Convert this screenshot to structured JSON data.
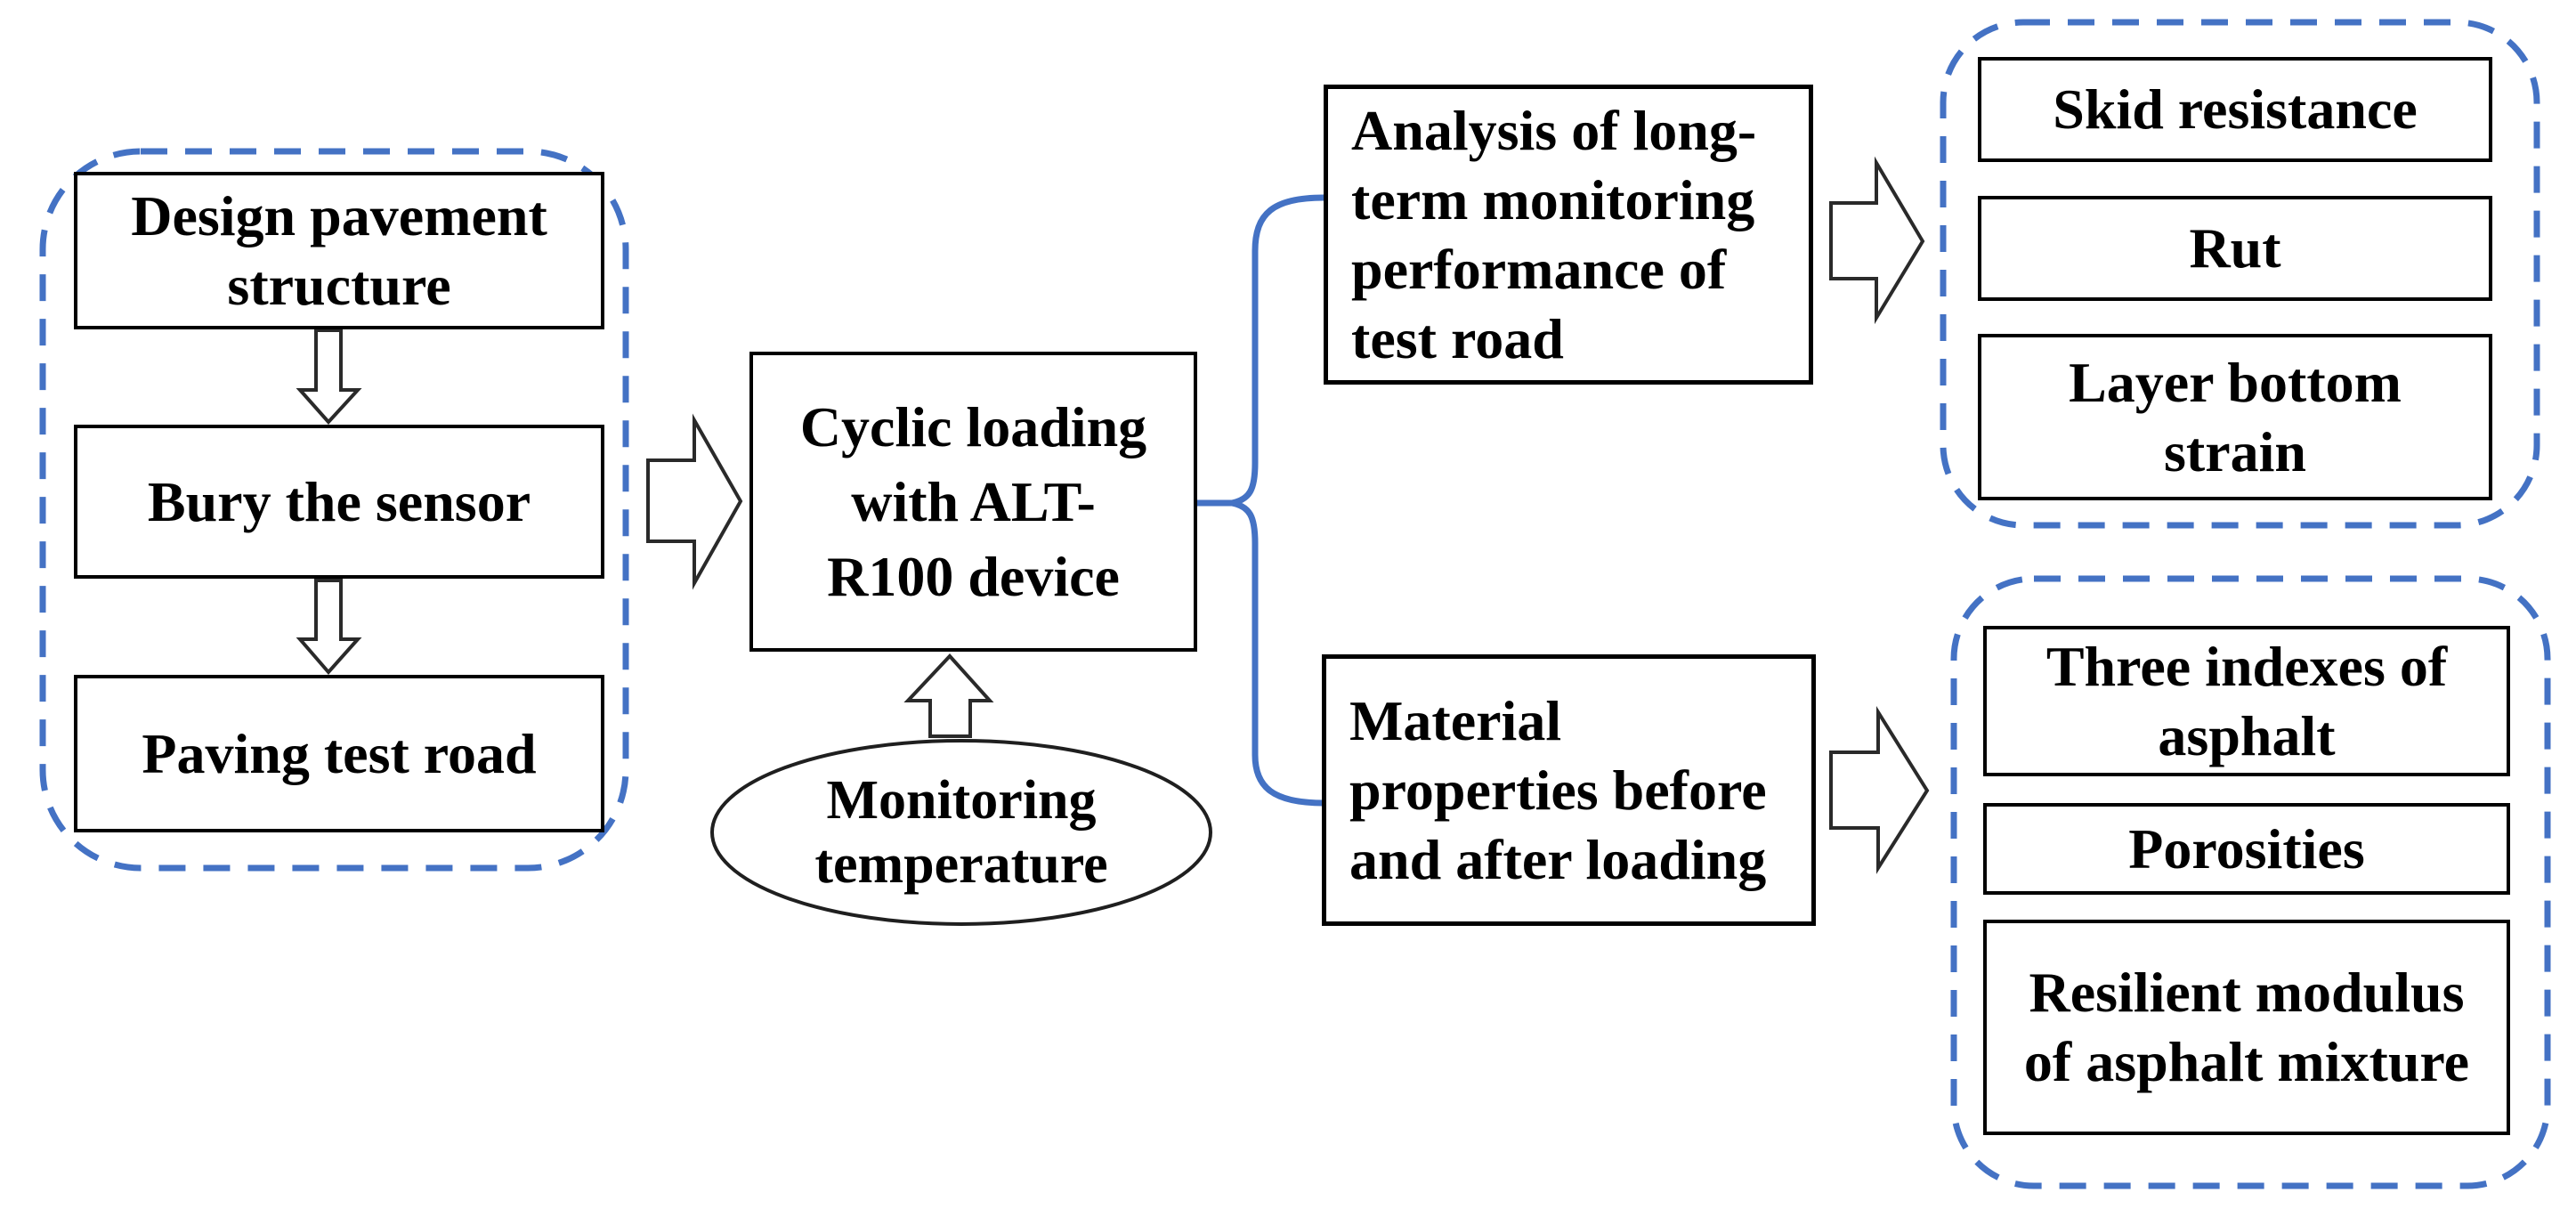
{
  "colors": {
    "accent_blue": "#4472C4",
    "box_border": "#000000",
    "arrow_outline": "#2a2a2a",
    "text": "#000000",
    "background": "#ffffff"
  },
  "left_group": {
    "boxes": [
      {
        "lines": [
          "Design pavement",
          "structure"
        ]
      },
      {
        "lines": [
          "Bury the sensor"
        ]
      },
      {
        "lines": [
          "Paving test road"
        ]
      }
    ]
  },
  "center": {
    "loading_box": {
      "lines": [
        "Cyclic loading",
        "with ALT-",
        "R100 device"
      ]
    },
    "temperature_ellipse": {
      "lines": [
        "Monitoring",
        "temperature"
      ]
    }
  },
  "top_branch": {
    "analysis_box": {
      "lines": [
        "Analysis of long-",
        "term monitoring",
        "performance of",
        "test road"
      ]
    },
    "outcome_boxes": [
      {
        "lines": [
          "Skid resistance"
        ]
      },
      {
        "lines": [
          "Rut"
        ]
      },
      {
        "lines": [
          "Layer bottom",
          "strain"
        ]
      }
    ]
  },
  "bottom_branch": {
    "material_box": {
      "lines": [
        "Material",
        "properties before",
        "and after loading"
      ]
    },
    "outcome_boxes": [
      {
        "lines": [
          "Three indexes of",
          "asphalt"
        ]
      },
      {
        "lines": [
          "Porosities"
        ]
      },
      {
        "lines": [
          "Resilient modulus",
          "of asphalt mixture"
        ]
      }
    ]
  }
}
